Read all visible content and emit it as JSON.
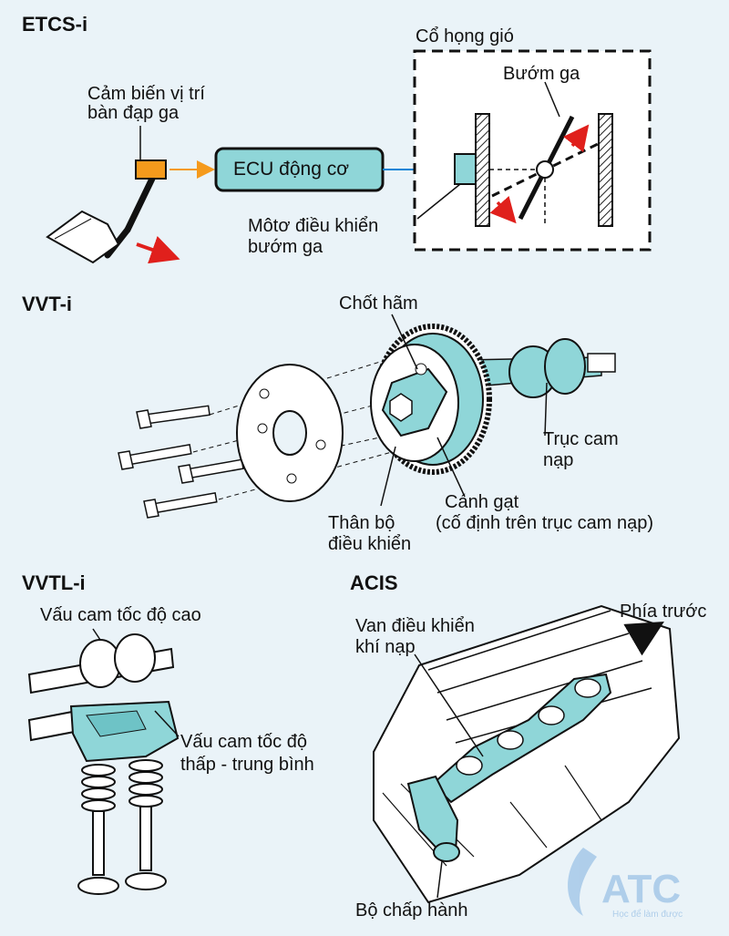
{
  "etcs": {
    "title": "ETCS-i",
    "pedal_sensor": [
      "Cảm biến vị trí",
      "bàn đạp ga"
    ],
    "ecu": "ECU động cơ",
    "throttle_body": "Cổ họng gió",
    "throttle_valve": "Bướm ga",
    "motor": [
      "Môtơ điều khiển",
      "bướm ga"
    ]
  },
  "vvt": {
    "title": "VVT-i",
    "lock_pin": "Chốt hãm",
    "intake_cam": [
      "Trục cam",
      "nạp"
    ],
    "vane": [
      "Cánh gạt",
      "(cố định trên trục cam nạp)"
    ],
    "housing": [
      "Thân bộ",
      "điều khiển"
    ]
  },
  "vvtl": {
    "title": "VVTL-i",
    "high_cam": "Vấu cam tốc độ cao",
    "low_cam": [
      "Vấu cam tốc độ",
      "thấp - trung bình"
    ]
  },
  "acis": {
    "title": "ACIS",
    "front": "Phía trước",
    "valve": [
      "Van điều khiển",
      "khí nạp"
    ],
    "actuator": "Bộ chấp hành"
  },
  "logo": {
    "text": "ATC",
    "tagline": "Học để làm được"
  },
  "colors": {
    "background": "#eaf3f8",
    "cyan": "#8fd6d8",
    "orange": "#f59a1c",
    "ecu_blue": "#0a84d6",
    "arrow_red": "#e0201c"
  }
}
